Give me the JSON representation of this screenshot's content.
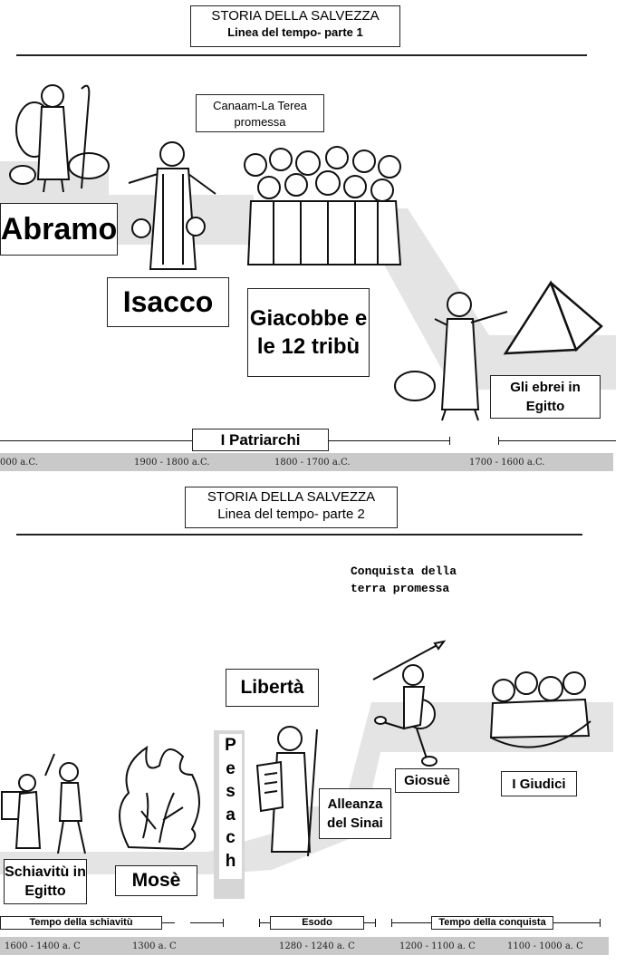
{
  "part1": {
    "title": "STORIA DELLA SALVEZZA",
    "subtitle": "Linea del tempo- parte 1",
    "canaan_label": "Canaam-La Terea promessa",
    "abramo": "Abramo",
    "isacco": "Isacco",
    "giacobbe": "Giacobbe e le 12 tribù",
    "egitto": "Gli ebrei in Egitto",
    "period": "I Patriarchi",
    "dates": [
      "000 a.C.",
      "1900 - 1800 a.C.",
      "1800 - 1700 a.C.",
      "1700 - 1600 a.C."
    ]
  },
  "part2": {
    "title": "STORIA DELLA SALVEZZA",
    "subtitle": "Linea del tempo- parte 2",
    "conquista_note_line1": "Conquista della",
    "conquista_note_line2": "terra promessa",
    "liberta": "Libertà",
    "pesach_letters": [
      "P",
      "e",
      "s",
      "a",
      "c",
      "h"
    ],
    "schiavitu": "Schiavitù in Egitto",
    "mose": "Mosè",
    "alleanza": "Alleanza del Sinai",
    "giosue": "Giosuè",
    "giudici": "I Giudici",
    "period_schiavitu": "Tempo della schiavitù",
    "period_esodo": "Esodo",
    "period_conquista": "Tempo della conquista",
    "dates": [
      "1600 - 1400 a. C",
      "1300 a. C",
      "1280 - 1240 a. C",
      "1200 - 1100 a. C",
      "1100 - 1000 a. C"
    ]
  },
  "icons": [
    "abramo-figure-icon",
    "isacco-figure-icon",
    "tribes-group-icon",
    "pointing-man-icon",
    "pyramid-icon",
    "slave-worker-icon",
    "burning-bush-icon",
    "moses-tablets-icon",
    "joshua-warrior-icon",
    "judges-group-icon"
  ]
}
